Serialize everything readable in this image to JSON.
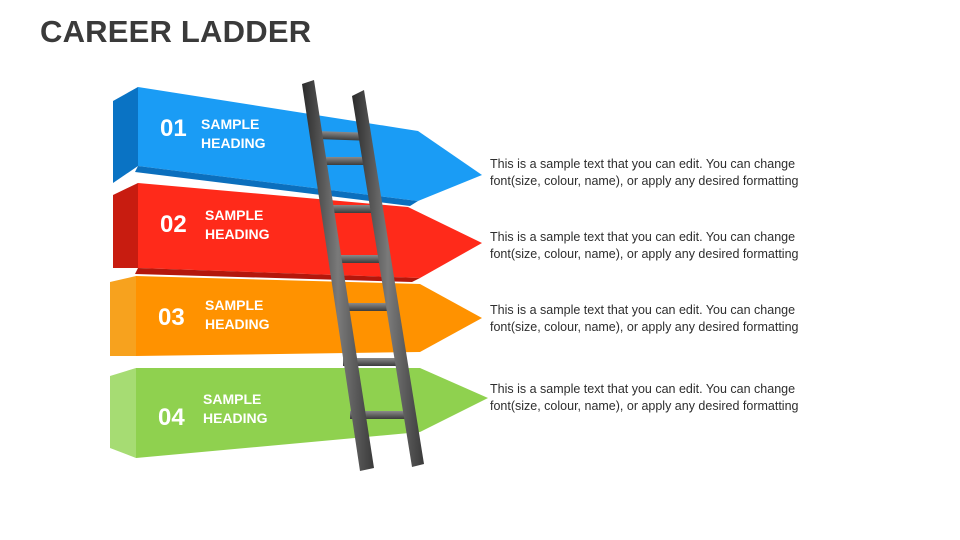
{
  "title": "CAREER LADDER",
  "steps": [
    {
      "number": "01",
      "heading_line1": "SAMPLE",
      "heading_line2": "HEADING",
      "text_line1": "This is a sample text that you can edit. You can change",
      "text_line2": "font(size, colour, name), or apply any desired formatting",
      "color": "#1a9cf5"
    },
    {
      "number": "02",
      "heading_line1": "SAMPLE",
      "heading_line2": "HEADING",
      "text_line1": "This is a sample text that you can edit. You can change",
      "text_line2": "font(size, colour, name), or apply any desired formatting",
      "color": "#ff2a1a"
    },
    {
      "number": "03",
      "heading_line1": "SAMPLE",
      "heading_line2": "HEADING",
      "text_line1": "This is a sample text that you can edit. You can change",
      "text_line2": "font(size, colour, name), or apply any desired formatting",
      "color": "#ff9200"
    },
    {
      "number": "04",
      "heading_line1": "SAMPLE",
      "heading_line2": "HEADING",
      "text_line1": "This is a sample text that you can edit. You can change",
      "text_line2": "font(size, colour, name), or apply any desired formatting",
      "color": "#8fd14f"
    }
  ],
  "icons": [
    "ladder"
  ]
}
